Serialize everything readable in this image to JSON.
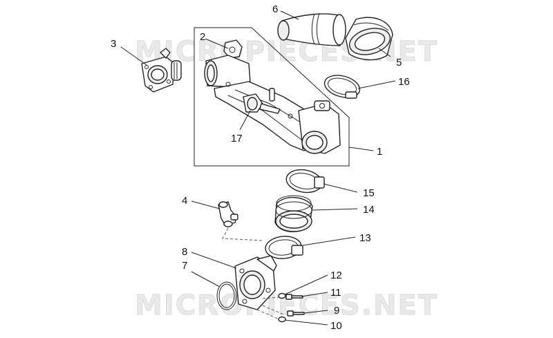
{
  "watermark": "MICROPIECES.NET",
  "labels": {
    "l1": "1",
    "l2": "2",
    "l3": "3",
    "l4": "4",
    "l5": "5",
    "l6": "6",
    "l7": "7",
    "l8": "8",
    "l9": "9",
    "l10": "10",
    "l11": "11",
    "l12": "12",
    "l13": "13",
    "l14": "14",
    "l15": "15",
    "l16": "16",
    "l17": "17"
  }
}
